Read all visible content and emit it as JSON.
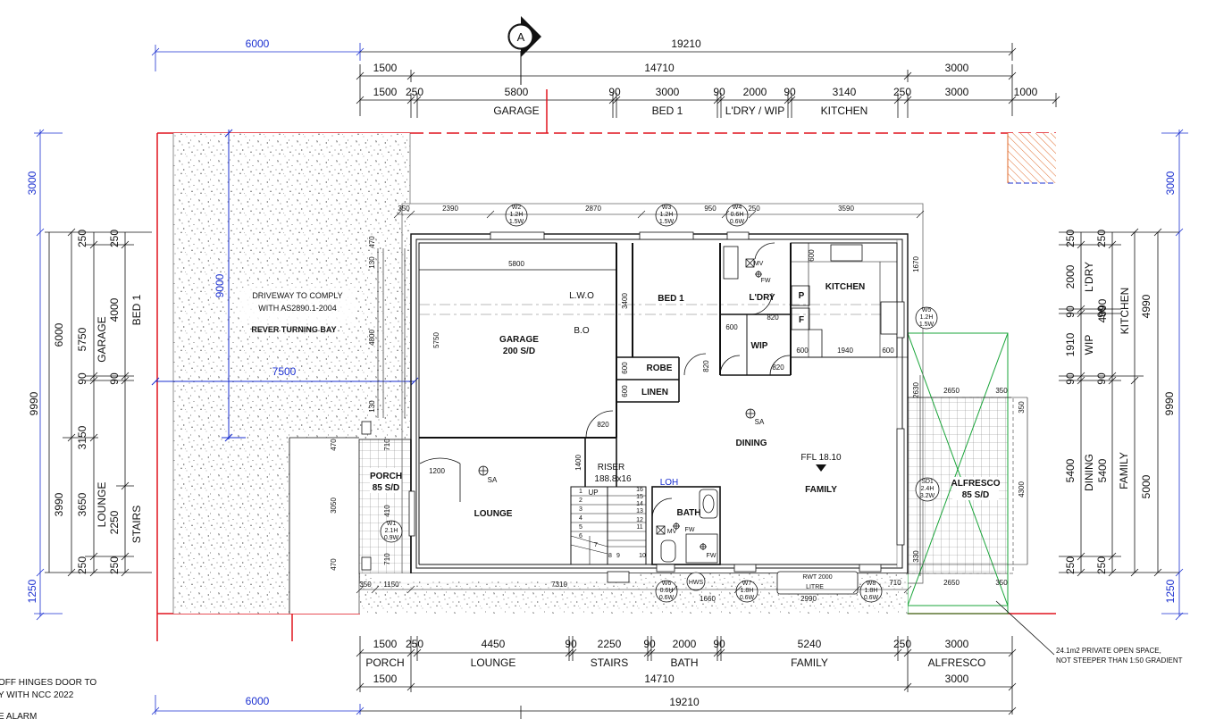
{
  "section_marker": "A",
  "top": {
    "outer": {
      "left": "6000",
      "total": "19210"
    },
    "mid": [
      "1500",
      "14710",
      "3000"
    ],
    "inner": [
      "1500",
      "250",
      "5800",
      "90",
      "3000",
      "90",
      "2000",
      "90",
      "3140",
      "250",
      "3000",
      "1000"
    ],
    "room_labels": [
      "GARAGE",
      "BED 1",
      "L'DRY / WIP",
      "KITCHEN"
    ]
  },
  "bottom": {
    "inner": [
      "1500",
      "250",
      "4450",
      "90",
      "2250",
      "90",
      "2000",
      "90",
      "5240",
      "250",
      "3000"
    ],
    "room_labels": [
      "PORCH",
      "LOUNGE",
      "STAIRS",
      "BATH",
      "FAMILY",
      "ALFRESCO"
    ],
    "mid": [
      "1500",
      "14710",
      "3000"
    ],
    "outer": {
      "left": "6000",
      "total": "19210"
    }
  },
  "left": {
    "blue": [
      "3000",
      "1250"
    ],
    "c1": [
      "9990"
    ],
    "c2": [
      "6000",
      "3990"
    ],
    "c3": [
      "250",
      "5750",
      "90",
      "3150",
      "3650",
      "250"
    ],
    "c4": [
      "250",
      "4000",
      "90",
      "2250",
      "250"
    ],
    "c4_labels": [
      "GARAGE",
      "LOUNGE"
    ],
    "c5_labels": [
      "BED 1",
      "STAIRS"
    ]
  },
  "right": {
    "blue": [
      "3000",
      "1250"
    ],
    "c1": [
      "250",
      "2000",
      "90",
      "1910",
      "90",
      "5400",
      "250"
    ],
    "c2": [
      "250",
      "90",
      "90",
      "250"
    ],
    "c2_labels": [
      "L'DRY",
      "WIP",
      "DINING",
      "5400"
    ],
    "c3": [
      "4090",
      "4990",
      "9990",
      "5000"
    ],
    "c3_labels": [
      "KITCHEN",
      "FAMILY"
    ]
  },
  "driveway": {
    "note1": "DRIVEWAY TO COMPLY",
    "note2": "WITH AS2890.1-2004",
    "title": "REVER TURNING BAY",
    "dim_h": "7500",
    "dim_v": "9000"
  },
  "rooms": {
    "garage": [
      "GARAGE",
      "200 S/D"
    ],
    "lounge": "LOUNGE",
    "bed1": "BED 1",
    "ldry": "L'DRY",
    "kitchen": "KITCHEN",
    "wip": "WIP",
    "robe": "ROBE",
    "linen": "LINEN",
    "dining": "DINING",
    "family": "FAMILY",
    "bath": "BATH",
    "porch": [
      "PORCH",
      "85 S/D"
    ],
    "alfresco": [
      "ALFRESCO",
      "85 S/D"
    ],
    "lwo": "L.W.O",
    "bo": "B.O",
    "ffl": "FFL 18.10",
    "riser": [
      "RISER",
      "188.8x16"
    ],
    "loh": "LOH",
    "up": "UP",
    "sa": "SA",
    "p": "P",
    "f": "F",
    "mv": "MV",
    "fw": "FW",
    "rwt": [
      "RWT 2000",
      "LITRE"
    ],
    "hws": "HWS"
  },
  "windows": {
    "w2": [
      "W2",
      "1.2H",
      "1.5W"
    ],
    "w3": [
      "W3",
      "1.2H",
      "1.5W"
    ],
    "w4": [
      "W4",
      "0.6H",
      "0.6W"
    ],
    "w5": [
      "W5",
      "1.2H",
      "1.5W"
    ],
    "w1": [
      "W1",
      "2.1H",
      "0.9W"
    ],
    "sd1": [
      "SD1",
      "2.4H",
      "3.2W"
    ],
    "w6": [
      "W6",
      "0.6H",
      "0.6W"
    ],
    "w7": [
      "W7",
      "1.8H",
      "0.6W"
    ],
    "w8": [
      "W8",
      "1.8H",
      "0.6W"
    ]
  },
  "inner_dims": {
    "top_wall": [
      "350",
      "2390",
      "2870",
      "950",
      "250",
      "3590"
    ],
    "garage_w": "5800",
    "garage_h": "5750",
    "bed1_v": "3400",
    "left_wall": [
      "470",
      "130",
      "4800",
      "130",
      "470",
      "710",
      "3050",
      "410",
      "710",
      "470"
    ],
    "lounge_door": "1200",
    "stair_h": "1400",
    "doors": [
      "820",
      "820",
      "820",
      "820"
    ],
    "robe": [
      "600",
      "600"
    ],
    "wip": [
      "600",
      "600",
      "1940",
      "600",
      "600"
    ],
    "kitchen_v": "1670",
    "alfresco": [
      "2650",
      "350",
      "350",
      "4300",
      "2630",
      "330",
      "2650",
      "350"
    ],
    "bottom_wall": [
      "350",
      "1150",
      "7310",
      "1660",
      "2990",
      "710"
    ],
    "stair_steps": [
      "1",
      "2",
      "3",
      "4",
      "5",
      "6",
      "7",
      "8",
      "9",
      "10",
      "11",
      "12",
      "13",
      "14",
      "15",
      "16"
    ]
  },
  "notes": {
    "pos": [
      "24.1m2 PRIVATE OPEN SPACE,",
      "NOT STEEPER THAN 1:50 GRADIENT"
    ],
    "left": [
      "OFF HINGES DOOR TO",
      "Y WITH NCC 2022",
      "E ALARM"
    ]
  },
  "colors": {
    "dimension_blue": "#1a2fd0",
    "boundary_red": "#e0141e",
    "alfresco_green": "#1aa53a",
    "ink": "#111111",
    "hatch_orange": "#e06a2a"
  }
}
